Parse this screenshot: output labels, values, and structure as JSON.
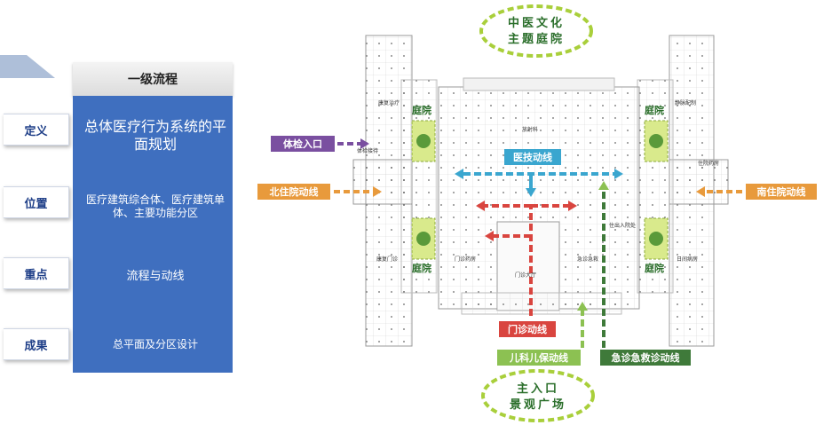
{
  "left_panel": {
    "header": "一级流程",
    "rows": [
      {
        "label": "定义",
        "desc": "总体医疗行为系统的平面规划"
      },
      {
        "label": "位置",
        "desc": "医疗建筑综合体、医疗建筑单体、主要功能分区"
      },
      {
        "label": "重点",
        "desc": "流程与动线"
      },
      {
        "label": "成果",
        "desc": "总平面及分区设计"
      }
    ]
  },
  "plan": {
    "top_badge": [
      "中医文化",
      "主题庭院"
    ],
    "bottom_badge": [
      "主入口",
      "景观广场"
    ],
    "courtyards": [
      "庭院",
      "庭院",
      "庭院",
      "庭院"
    ],
    "rooms": [
      "康复治疗",
      "体检接待",
      "放射科",
      "静脉配制",
      "住院药房",
      "康复门诊",
      "门诊药房",
      "门诊大厅",
      "急诊急救",
      "住出入院处",
      "日间病房"
    ],
    "flows": {
      "physical_exam": "体检入口",
      "north_inpatient": "北住院动线",
      "south_inpatient": "南住院动线",
      "medical_tech": "医技动线",
      "outpatient": "门诊动线",
      "pediatric": "儿科儿保动线",
      "emergency": "急诊急救诊动线"
    },
    "colors": {
      "accent_blue": "#3f6fbf",
      "purple": "#7a4fa0",
      "orange": "#e89a3c",
      "cyan": "#3aa6cf",
      "red": "#d9453f",
      "green_light": "#8cc152",
      "green_dark": "#3f7a3a",
      "badge_green": "#a9cf3b"
    }
  }
}
